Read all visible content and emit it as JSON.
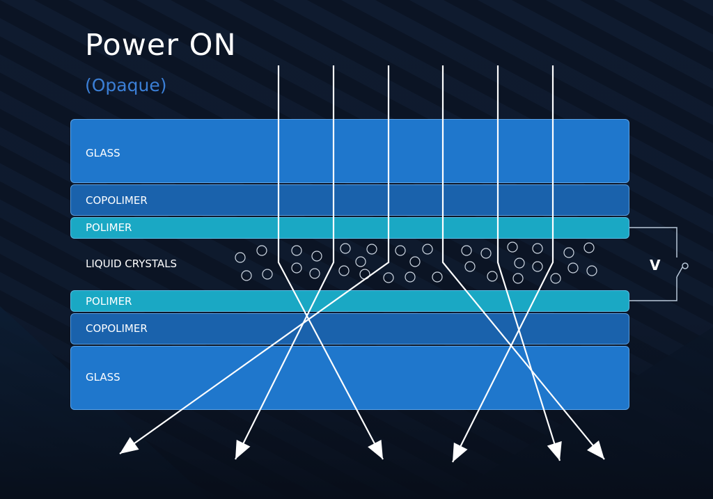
{
  "header": {
    "title": "Power ON",
    "subtitle": "(Opaque)"
  },
  "layers": [
    {
      "label": "GLASS",
      "type": "glass"
    },
    {
      "label": "COPOLIMER",
      "type": "copolimer"
    },
    {
      "label": "POLIMER",
      "type": "polimer"
    },
    {
      "label": "LIQUID CRYSTALS",
      "type": "liquid-crystals"
    },
    {
      "label": "POLIMER",
      "type": "polimer"
    },
    {
      "label": "COPOLIMER",
      "type": "copolimer"
    },
    {
      "label": "GLASS",
      "type": "glass"
    }
  ],
  "circuit": {
    "voltage_label": "V"
  },
  "colors": {
    "background": "#0b1424",
    "glass": "#1f77cc",
    "copolimer": "#1a62ac",
    "polimer": "#1aa8c4",
    "subtitle": "#3b7fd6",
    "light_ray": "#ffffff"
  },
  "light_rays": {
    "count": 6,
    "description_shown": false
  }
}
